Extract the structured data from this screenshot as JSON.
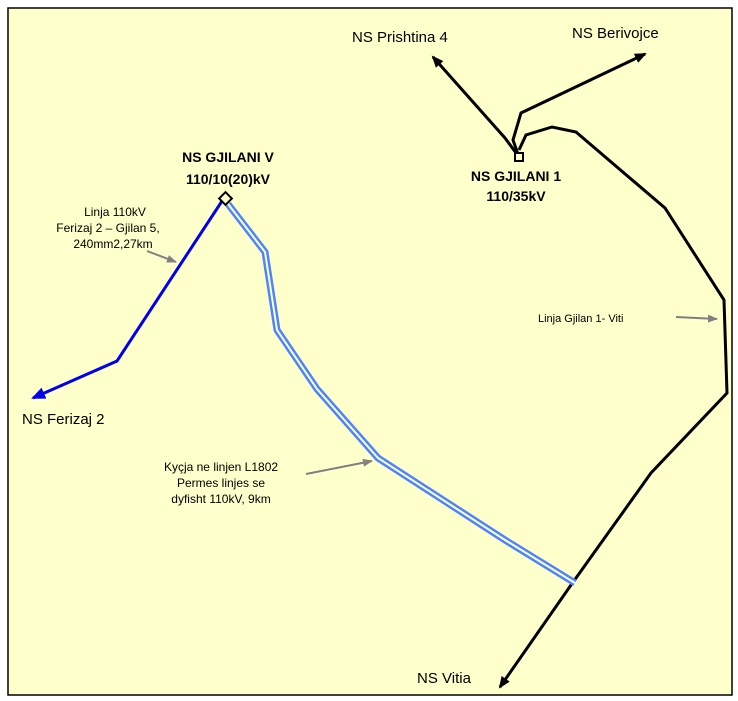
{
  "colors": {
    "background": "#FFFFCC",
    "border": "#000000",
    "black_line": "#000000",
    "blue_line": "#0000EE",
    "double_line": "#4F86F7",
    "annotation_arrow": "#808080"
  },
  "substations": {
    "gjilani_v": {
      "name": "NS GJILANI V",
      "voltage": "110/10(20)kV"
    },
    "gjilani_1": {
      "name": "NS GJILANI 1",
      "voltage": "110/35kV"
    }
  },
  "endpoints": {
    "prishtina": "NS Prishtina 4",
    "berivojce": "NS Berivojce",
    "ferizaj": "NS Ferizaj 2",
    "vitia": "NS Vitia"
  },
  "annotations": {
    "ferizaj_line": {
      "line1": "Linja 110kV",
      "line2": "Ferizaj 2 – Gjilan 5,",
      "line3": "240mm2,27km"
    },
    "viti_line": {
      "line1": "Linja Gjilan 1- Viti"
    },
    "connection": {
      "line1": "Kyçja ne linjen L1802",
      "line2": "Permes linjes se",
      "line3": "dyfisht 110kV, 9km"
    }
  }
}
